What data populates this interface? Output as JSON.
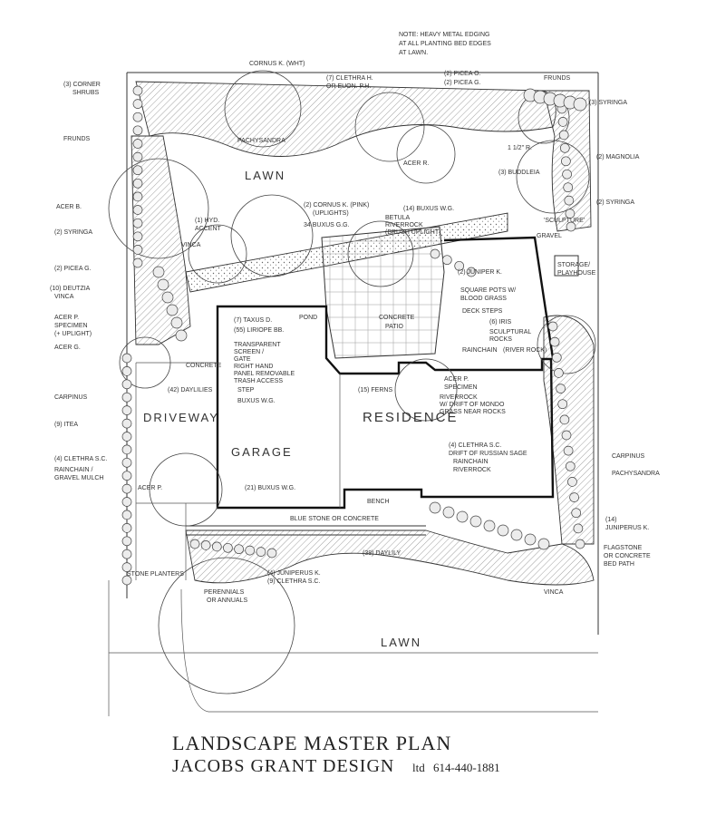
{
  "title": {
    "main": "LANDSCAPE MASTER PLAN",
    "firm": "JACOBS GRANT DESIGN",
    "suffix": "ltd",
    "phone": "614-440-1881"
  },
  "note": [
    "NOTE: HEAVY METAL EDGING",
    "AT ALL PLANTING BED EDGES",
    "AT LAWN."
  ],
  "areas": {
    "lawn_top": "LAWN",
    "lawn_bottom": "LAWN",
    "residence": "RESIDENCE",
    "garage": "GARAGE",
    "driveway": "DRIVEWAY",
    "patio": [
      "CONCRETE",
      "PATIO"
    ],
    "pond": "POND",
    "gravel": "GRAVEL",
    "storage": [
      "STORAGE/",
      "PLAYHOUSE"
    ],
    "sculpture": "'SCULPTURE'",
    "blue_stone": "BLUE STONE OR CONCRETE",
    "bench": "BENCH",
    "deck_steps": "DECK STEPS",
    "pachysandra_top": "PACHYSANDRA"
  },
  "labels_left": [
    "(3) CORNER",
    "SHRUBS",
    "FRUNDS",
    "ACER B.",
    "(2) SYRINGA",
    "(2) PICEA G.",
    "(10) DEUTZIA",
    "VINCA",
    "ACER P.",
    "SPECIMEN",
    "(+ UPLIGHT)",
    "ACER G.",
    "CARPINUS",
    "(9) ITEA",
    "(4) CLETHRA S.C.",
    "RAINCHAIN /",
    "GRAVEL MULCH",
    "ACER P.",
    "STONE PLANTERS"
  ],
  "labels_right": [
    "FRUNDS",
    "(3) SYRINGA",
    "(2) MAGNOLIA",
    "(3) BUDDLEIA",
    "(2) SYRINGA",
    "CARPINUS",
    "PACHYSANDRA",
    "(14)",
    "JUNIPERUS K.",
    "FLAGSTONE",
    "OR CONCRETE",
    "BED PATH",
    "VINCA"
  ],
  "labels_top": [
    "CORNUS K. (WHT)",
    "(7) CLETHRA H.",
    "OR EUON. P.H.",
    "(2) PICEA O.",
    "(2) PICEA G.",
    "1 1/2\" R.",
    "ACER R.",
    "VINCA",
    "(1) HYD.",
    "ACCENT",
    "(2) CORNUS K. (PINK)",
    "(UPLIGHTS)",
    "(14) BUXUS W.G.",
    "BETULA",
    "RIVERROCK",
    "(BRUSH UPLIGHT)",
    "34 BUXUS G.G."
  ],
  "labels_center": [
    "(7) TAXUS D.",
    "(55) LIRIOPE BB.",
    "TRANSPARENT",
    "SCREEN /",
    "GATE",
    "RIGHT HAND",
    "PANEL REMOVABLE",
    "TRASH ACCESS",
    "STEP",
    "BUXUS W.G.",
    "CONCRETE",
    "(42) DAYLILIES",
    "(15) FERNS",
    "(2) JUNIPER K.",
    "SQUARE POTS W/",
    "BLOOD GRASS",
    "(6) IRIS",
    "SCULPTURAL",
    "ROCKS",
    "RAINCHAIN",
    "(RIVER ROCK)",
    "ACER P.",
    "SPECIMEN",
    "RIVERROCK",
    "W/ DRIFT OF MONDO",
    "GRASS NEAR ROCKS",
    "(4) CLETHRA S.C.",
    "DRIFT OF RUSSIAN SAGE",
    "RAINCHAIN",
    "RIVERROCK",
    "(21) BUXUS W.G.",
    "(4) JUNIPERUS K.",
    "(9) CLETHRA S.C.",
    "PERENNIALS",
    "OR ANNUALS",
    "(38) DAYLILY"
  ]
}
